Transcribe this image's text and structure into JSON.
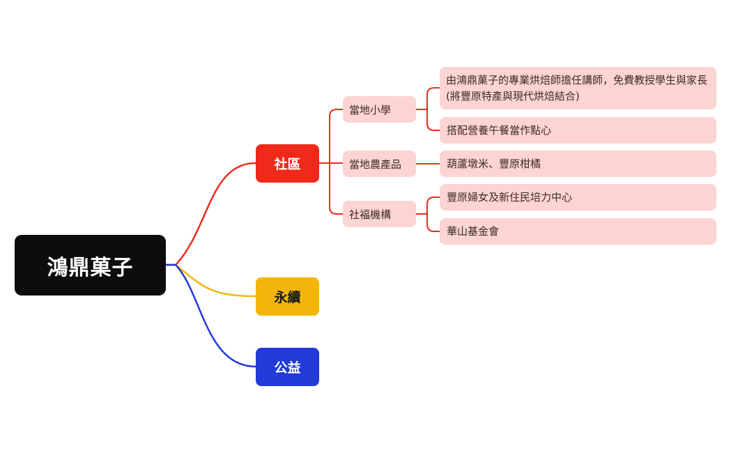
{
  "root": {
    "label": "鴻鼎菓子"
  },
  "branches": [
    {
      "label": "社區",
      "color": "#f0291b",
      "children": [
        {
          "label": "當地小學",
          "children": [
            " 由鴻鼎菓子的專業烘焙師擔任講師，免費教授學生與家長(將豐原特產與現代烘焙結合)",
            "搭配營養午餐當作點心"
          ]
        },
        {
          "label": "當地農產品",
          "children": [
            "葫蘆墩米、豐原柑橘"
          ]
        },
        {
          "label": "社福機構",
          "children": [
            "豐原婦女及新住民培力中心",
            "華山基金會"
          ]
        }
      ]
    },
    {
      "label": "永續",
      "color": "#f2b60a",
      "children": []
    },
    {
      "label": "公益",
      "color": "#213ad8",
      "children": []
    }
  ]
}
